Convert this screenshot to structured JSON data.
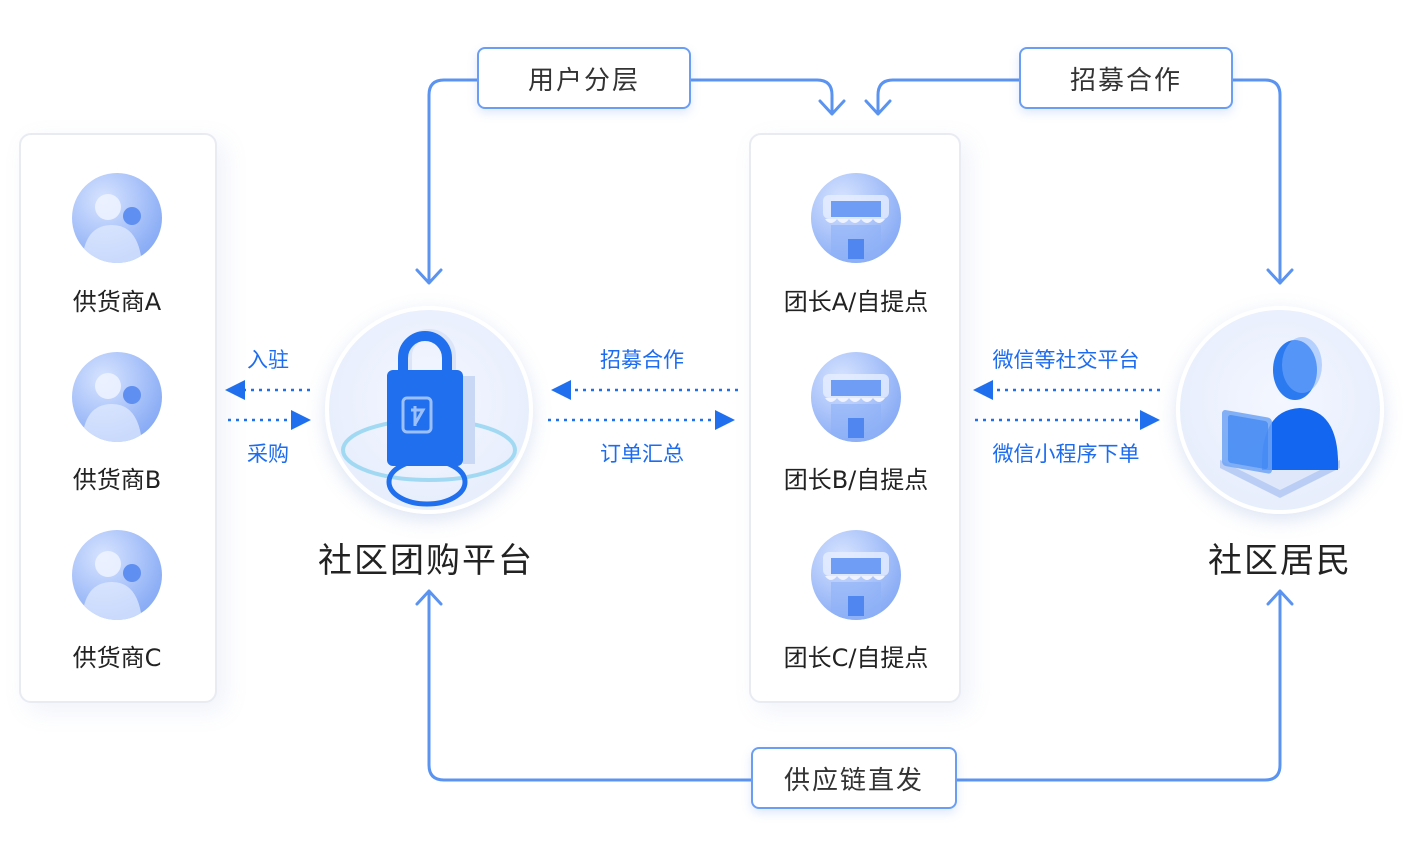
{
  "suppliers": [
    {
      "label": "供货商A",
      "icon": "user-avatar-icon"
    },
    {
      "label": "供货商B",
      "icon": "user-avatar-icon"
    },
    {
      "label": "供货商C",
      "icon": "user-avatar-icon"
    }
  ],
  "leaders": [
    {
      "label": "团长A/自提点",
      "icon": "storefront-icon"
    },
    {
      "label": "团长B/自提点",
      "icon": "storefront-icon"
    },
    {
      "label": "团长C/自提点",
      "icon": "storefront-icon"
    }
  ],
  "platform": {
    "label": "社区团购平台",
    "icon": "lock-bag-icon"
  },
  "residents": {
    "label": "社区居民",
    "icon": "user-computer-icon"
  },
  "flows": {
    "top_left": "用户分层",
    "top_right": "招募合作",
    "bottom": "供应链直发"
  },
  "edges": {
    "supplier_in": "入驻",
    "supplier_out": "采购",
    "leader_in": "招募合作",
    "leader_out": "订单汇总",
    "resident_in": "微信等社交平台",
    "resident_out": "微信小程序下单"
  },
  "colors": {
    "line": "#5b93f0",
    "dotted": "#1f6fee",
    "text_accent": "#1d6cf0"
  }
}
